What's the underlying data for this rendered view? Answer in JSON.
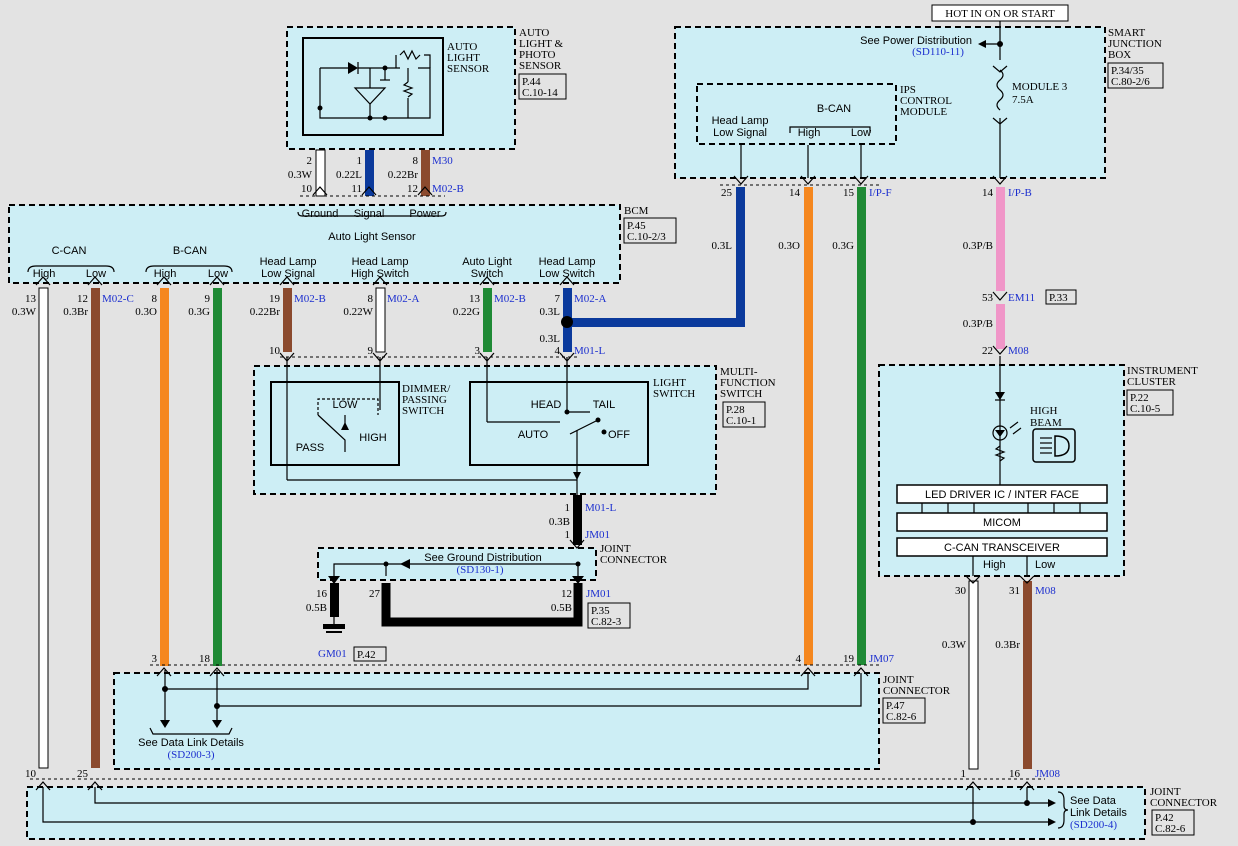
{
  "colors": {
    "white": "#ffffff",
    "blue": "#0b3a9c",
    "brown": "#8b4a2e",
    "orange": "#f5871f",
    "green": "#1f8a35",
    "pink": "#f096c8",
    "black": "#000000",
    "box_fill": "#cdeef5",
    "ref_blue": "#1c2fcf"
  },
  "top_label": "HOT IN ON OR START",
  "auto_light_sensor": {
    "name": [
      "AUTO",
      "LIGHT",
      "SENSOR"
    ],
    "side": [
      "AUTO",
      "LIGHT &",
      "PHOTO",
      "SENSOR"
    ],
    "ref": [
      "P.44",
      "C.10-14"
    ],
    "pins_top": [
      "2",
      "1",
      "8"
    ],
    "wires": [
      "0.3W",
      "0.22L",
      "0.22Br"
    ],
    "pins_bottom": [
      "10",
      "11",
      "12"
    ],
    "conn_top": "M30",
    "conn_bottom": "M02-B"
  },
  "bcm": {
    "name": "BCM",
    "ref": [
      "P.45",
      "C.10-2/3"
    ],
    "sensor_labels": [
      "Ground",
      "Signal",
      "Power"
    ],
    "sensor_group": "Auto Light Sensor",
    "ccan": "C-CAN",
    "bcan": "B-CAN",
    "high": "High",
    "low": "Low",
    "hl_low_signal": [
      "Head Lamp",
      "Low Signal"
    ],
    "hl_high_switch": [
      "Head Lamp",
      "High Switch"
    ],
    "auto_light_switch": [
      "Auto Light",
      "Switch"
    ],
    "hl_low_switch": [
      "Head Lamp",
      "Low Switch"
    ],
    "pins": [
      "13",
      "12",
      "8",
      "9",
      "19",
      "8",
      "13",
      "7"
    ],
    "wires": [
      "0.3W",
      "0.3Br",
      "0.3O",
      "0.3G",
      "0.22Br",
      "0.22W",
      "0.22G",
      "0.3L"
    ],
    "conns": [
      "M02-C",
      "M02-B",
      "M02-A",
      "M02-B",
      "M02-A"
    ]
  },
  "sjb": {
    "name": [
      "SMART",
      "JUNCTION",
      "BOX"
    ],
    "ref": [
      "P.34/35",
      "C.80-2/6"
    ],
    "power_dist": "See Power Distribution",
    "power_dist_ref": "(SD110-11)",
    "module": "MODULE 3",
    "fuse": "7.5A",
    "ips": [
      "IPS",
      "CONTROL",
      "MODULE"
    ],
    "hl_low_signal": [
      "Head Lamp",
      "Low Signal"
    ],
    "bcan": "B-CAN",
    "high": "High",
    "low": "Low",
    "pins": [
      "25",
      "14",
      "15",
      "14"
    ],
    "conn_ipf": "I/P-F",
    "conn_ipb": "I/P-B",
    "wires": [
      "0.3L",
      "0.3O",
      "0.3G",
      "0.3P/B"
    ]
  },
  "em11": {
    "pin": "53",
    "conn": "EM11",
    "ref": "P.33",
    "wire": "0.3P/B"
  },
  "cluster": {
    "name": [
      "INSTRUMENT",
      "CLUSTER"
    ],
    "ref": [
      "P.22",
      "C.10-5"
    ],
    "pin_in": "22",
    "conn_in": "M08",
    "high_beam": [
      "HIGH",
      "BEAM"
    ],
    "led_driver": "LED DRIVER IC / INTER FACE",
    "micom": "MICOM",
    "transceiver": "C-CAN TRANSCEIVER",
    "high": "High",
    "low": "Low",
    "pins": [
      "30",
      "31"
    ],
    "conn_out": "M08",
    "wires": [
      "0.3W",
      "0.3Br"
    ]
  },
  "mfs": {
    "name": [
      "MULTI-",
      "FUNCTION",
      "SWITCH"
    ],
    "ref": [
      "P.28",
      "C.10-1"
    ],
    "pins": [
      "10",
      "9",
      "3",
      "4"
    ],
    "conn": "M01-L",
    "dimmer": [
      "DIMMER/",
      "PASSING",
      "SWITCH"
    ],
    "low": "LOW",
    "pass": "PASS",
    "high": "HIGH",
    "light_switch": [
      "LIGHT",
      "SWITCH"
    ],
    "head": "HEAD",
    "tail": "TAIL",
    "auto": "AUTO",
    "off": "OFF",
    "bottom_pin": "1",
    "bottom_conn": "M01-L",
    "bottom_wire": "0.3B"
  },
  "jm01": {
    "pin": "1",
    "conn": "JM01",
    "name": [
      "JOINT",
      "CONNECTOR"
    ],
    "ground_dist": "See Ground Distribution",
    "ground_ref": "(SD130-1)",
    "pins": [
      "16",
      "27",
      "12"
    ],
    "wires": [
      "0.5B",
      "0.5B"
    ],
    "ref": [
      "P.35",
      "C.82-3"
    ],
    "gm01": "GM01",
    "gm01_ref": "P.42"
  },
  "jm07": {
    "name": [
      "JOINT",
      "CONNECTOR"
    ],
    "ref": [
      "P.47",
      "C.82-6"
    ],
    "conn": "JM07",
    "pins": [
      "3",
      "18",
      "4",
      "19"
    ],
    "data_link": "See Data Link Details",
    "data_link_ref": "(SD200-3)"
  },
  "jm08": {
    "name": [
      "JOINT",
      "CONNECTOR"
    ],
    "ref": [
      "P.42",
      "C.82-6"
    ],
    "conn": "JM08",
    "pins": [
      "10",
      "25",
      "1",
      "16"
    ],
    "data_link": [
      "See Data",
      "Link Details"
    ],
    "data_link_ref": "(SD200-4)"
  }
}
